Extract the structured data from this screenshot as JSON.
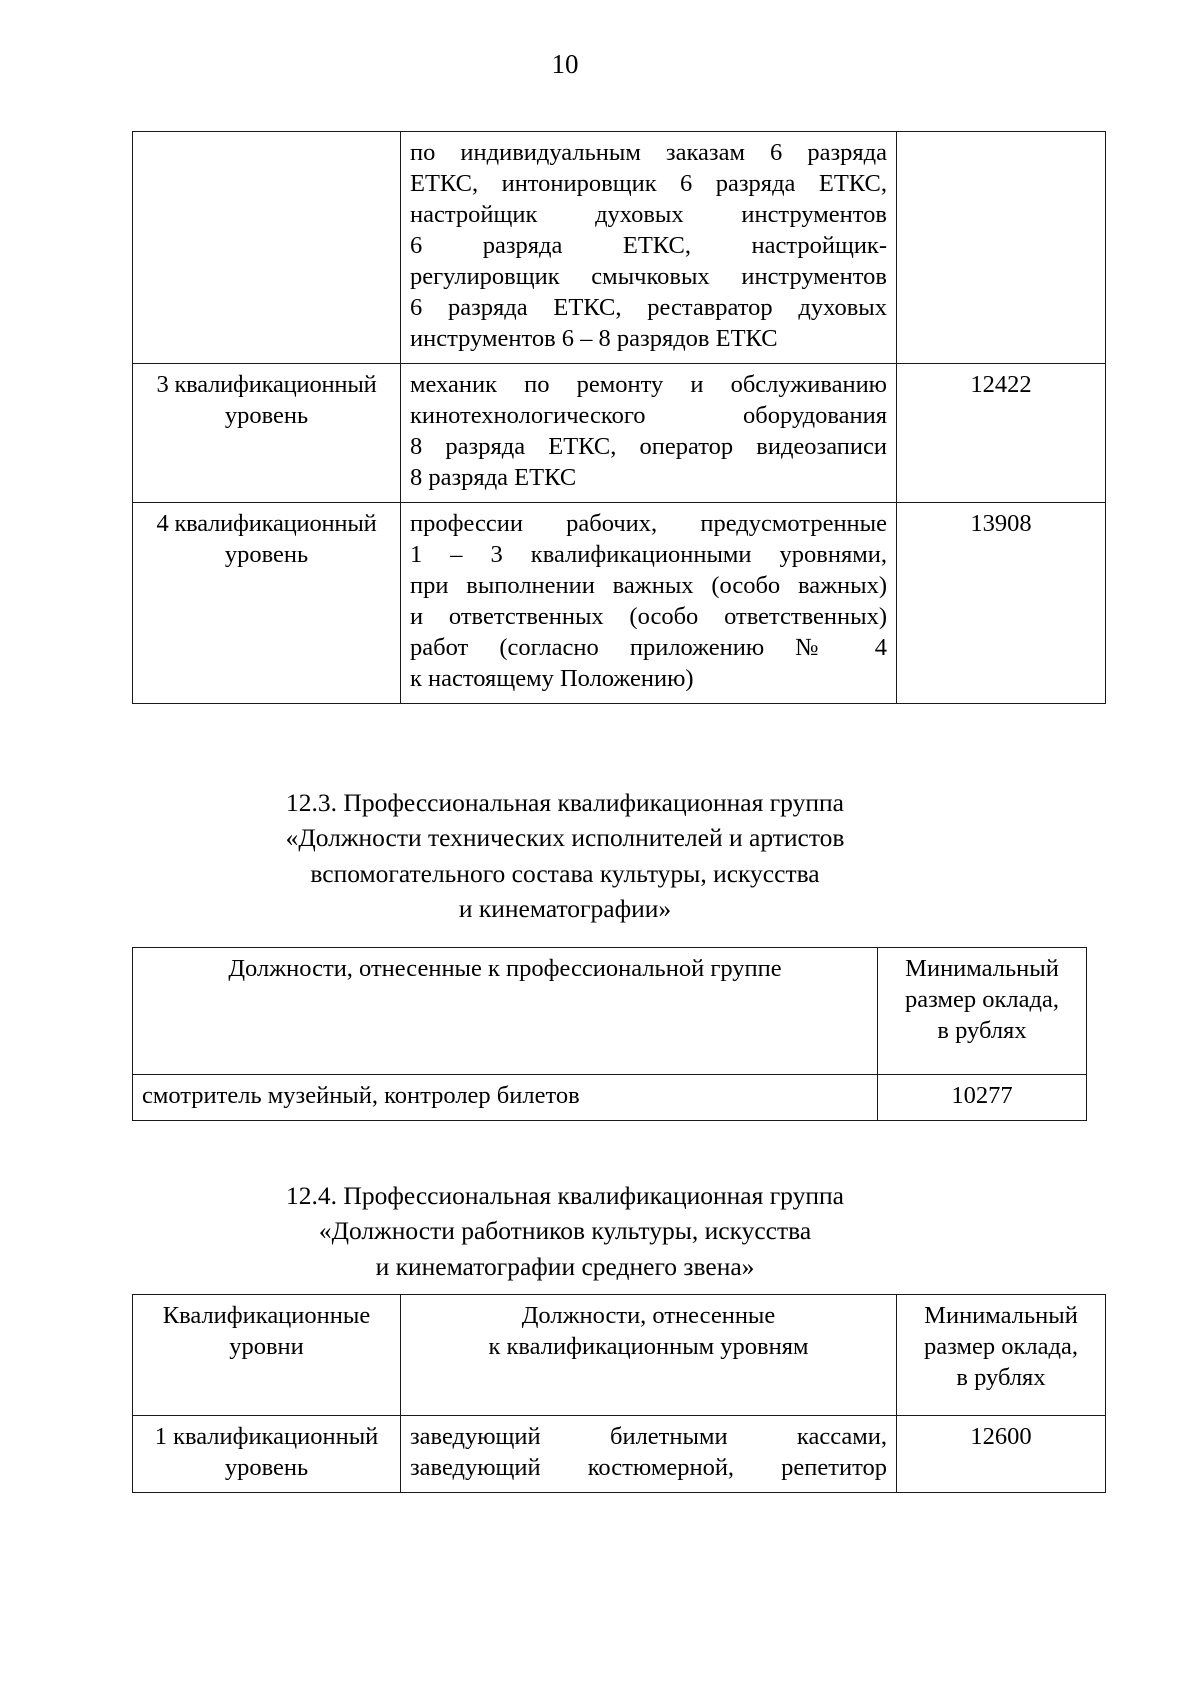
{
  "page": {
    "number": "10"
  },
  "table1": {
    "rows": [
      {
        "level": "",
        "duty_lines": [
          "по индивидуальным заказам 6 разряда",
          "ЕТКС, интонировщик 6 разряда ЕТКС,",
          "настройщик духовых инструментов",
          "6 разряда ЕТКС, настройщик-",
          "регулировщик смычковых инструментов",
          "6 разряда ЕТКС, реставратор духовых",
          "инструментов 6 – 8 разрядов ЕТКС"
        ],
        "amount": ""
      },
      {
        "level_line1": "3 квалификационный",
        "level_line2": "уровень",
        "duty_lines": [
          "механик по ремонту и обслуживанию",
          "кинотехнологического оборудования",
          "8 разряда ЕТКС, оператор видеозаписи",
          "8 разряда ЕТКС"
        ],
        "amount": "12422"
      },
      {
        "level_line1": "4 квалификационный",
        "level_line2": "уровень",
        "duty_lines": [
          "профессии рабочих, предусмотренные",
          "1 – 3 квалификационными уровнями,",
          "при выполнении важных (особо важных)",
          "и ответственных (особо ответственных)",
          "работ (согласно приложению № 4",
          "к настоящему Положению)"
        ],
        "amount": "13908"
      }
    ]
  },
  "heading_12_3": {
    "line1": "12.3. Профессиональная квалификационная группа",
    "line2": "«Должности технических исполнителей и артистов",
    "line3": "вспомогательного состава культуры, искусства",
    "line4": "и кинематографии»"
  },
  "table2": {
    "headers": {
      "positions": "Должности, отнесенные к профессиональной группе",
      "amount_line1": "Минимальный",
      "amount_line2": "размер оклада,",
      "amount_line3": "в рублях"
    },
    "rows": [
      {
        "positions": "смотритель музейный, контролер билетов",
        "amount": "10277"
      }
    ]
  },
  "heading_12_4": {
    "line1": "12.4. Профессиональная квалификационная группа",
    "line2": "«Должности работников культуры, искусства",
    "line3": "и кинематографии среднего звена»"
  },
  "table3": {
    "headers": {
      "levels_line1": "Квалификационные",
      "levels_line2": "уровни",
      "positions_line1": "Должности, отнесенные",
      "positions_line2": "к квалификационным уровням",
      "amount_line1": "Минимальный",
      "amount_line2": "размер оклада,",
      "amount_line3": "в рублях"
    },
    "rows": [
      {
        "level_line1": "1 квалификационный",
        "level_line2": "уровень",
        "duty_lines": [
          "заведующий билетными кассами,",
          "заведующий костюмерной, репетитор"
        ],
        "amount": "12600"
      }
    ]
  }
}
